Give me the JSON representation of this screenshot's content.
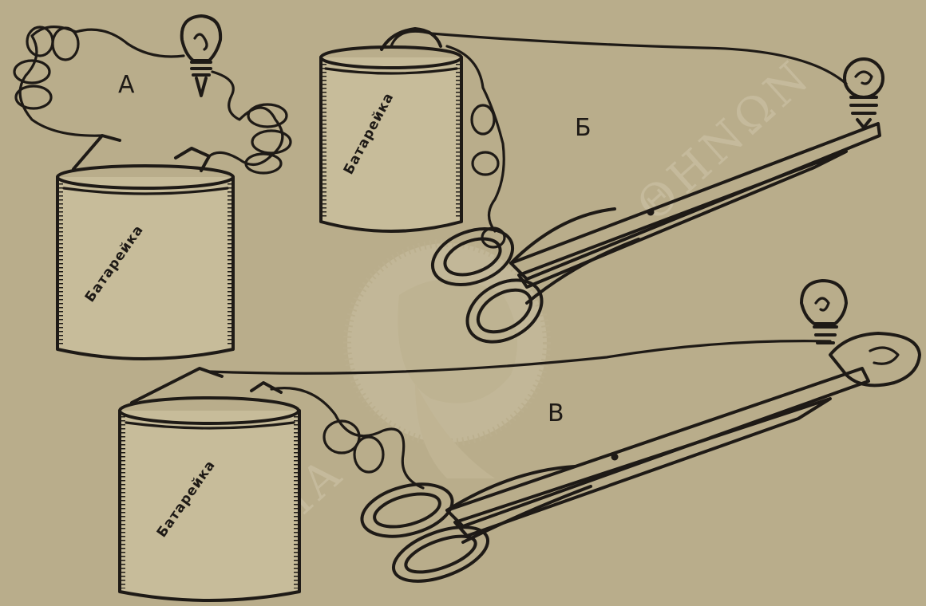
{
  "panels": {
    "a": {
      "label": "А",
      "battery_text": "Батарейка"
    },
    "b": {
      "label": "Б",
      "battery_text": "Батарейка"
    },
    "c": {
      "label": "В",
      "battery_text": "Батарейка"
    }
  },
  "watermark": {
    "text_top": "ΘΗΝΩΝ",
    "text_bottom": "ΗΜΜΑ"
  },
  "colors": {
    "paper": "#b9ad8b",
    "ink": "#1e1a16",
    "watermark": "#cfc6aa"
  }
}
